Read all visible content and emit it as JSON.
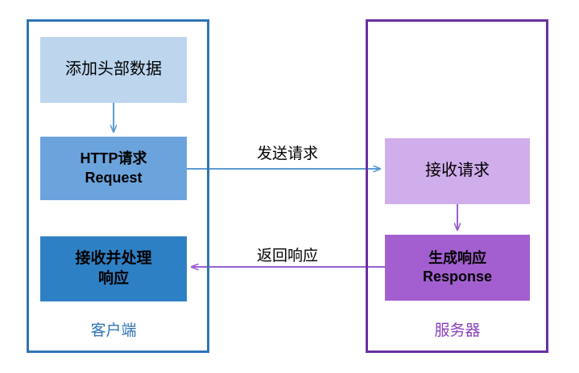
{
  "diagram": {
    "title_text_present": false,
    "colors": {
      "client_border": "#2E74B5",
      "server_border": "#6A2FA0",
      "light_blue_fill": "#BDD6EE",
      "mid_blue_fill": "#6BA3DC",
      "dark_blue_fill": "#2E80C4",
      "light_purple_fill": "#D0ADEB",
      "mid_purple_fill": "#A35FD0",
      "blue_arrow": "#5B9BD5",
      "purple_arrow": "#9A5FD0",
      "client_caption_text": "#2E74B5",
      "server_caption_text": "#8A3FBF"
    },
    "client": {
      "caption": "客户端",
      "nodes": [
        {
          "id": "add-header",
          "line1": "添加头部数据",
          "line2": ""
        },
        {
          "id": "http-request",
          "line1": "HTTP请求",
          "line2": "Request"
        },
        {
          "id": "handle-response",
          "line1": "接收并处理",
          "line2": "响应"
        }
      ]
    },
    "server": {
      "caption": "服务器",
      "nodes": [
        {
          "id": "receive-request",
          "line1": "接收请求",
          "line2": ""
        },
        {
          "id": "make-response",
          "line1": "生成响应",
          "line2": "Response"
        }
      ]
    },
    "connectors": [
      {
        "id": "send-request",
        "label": "发送请求",
        "direction": "client-to-server",
        "color": "#5B9BD5"
      },
      {
        "id": "return-response",
        "label": "返回响应",
        "direction": "server-to-client",
        "color": "#9A5FD0"
      },
      {
        "id": "client-internal-down",
        "label": "",
        "direction": "down",
        "color": "#5B9BD5"
      },
      {
        "id": "server-internal-down",
        "label": "",
        "direction": "down",
        "color": "#9A5FD0"
      }
    ]
  }
}
